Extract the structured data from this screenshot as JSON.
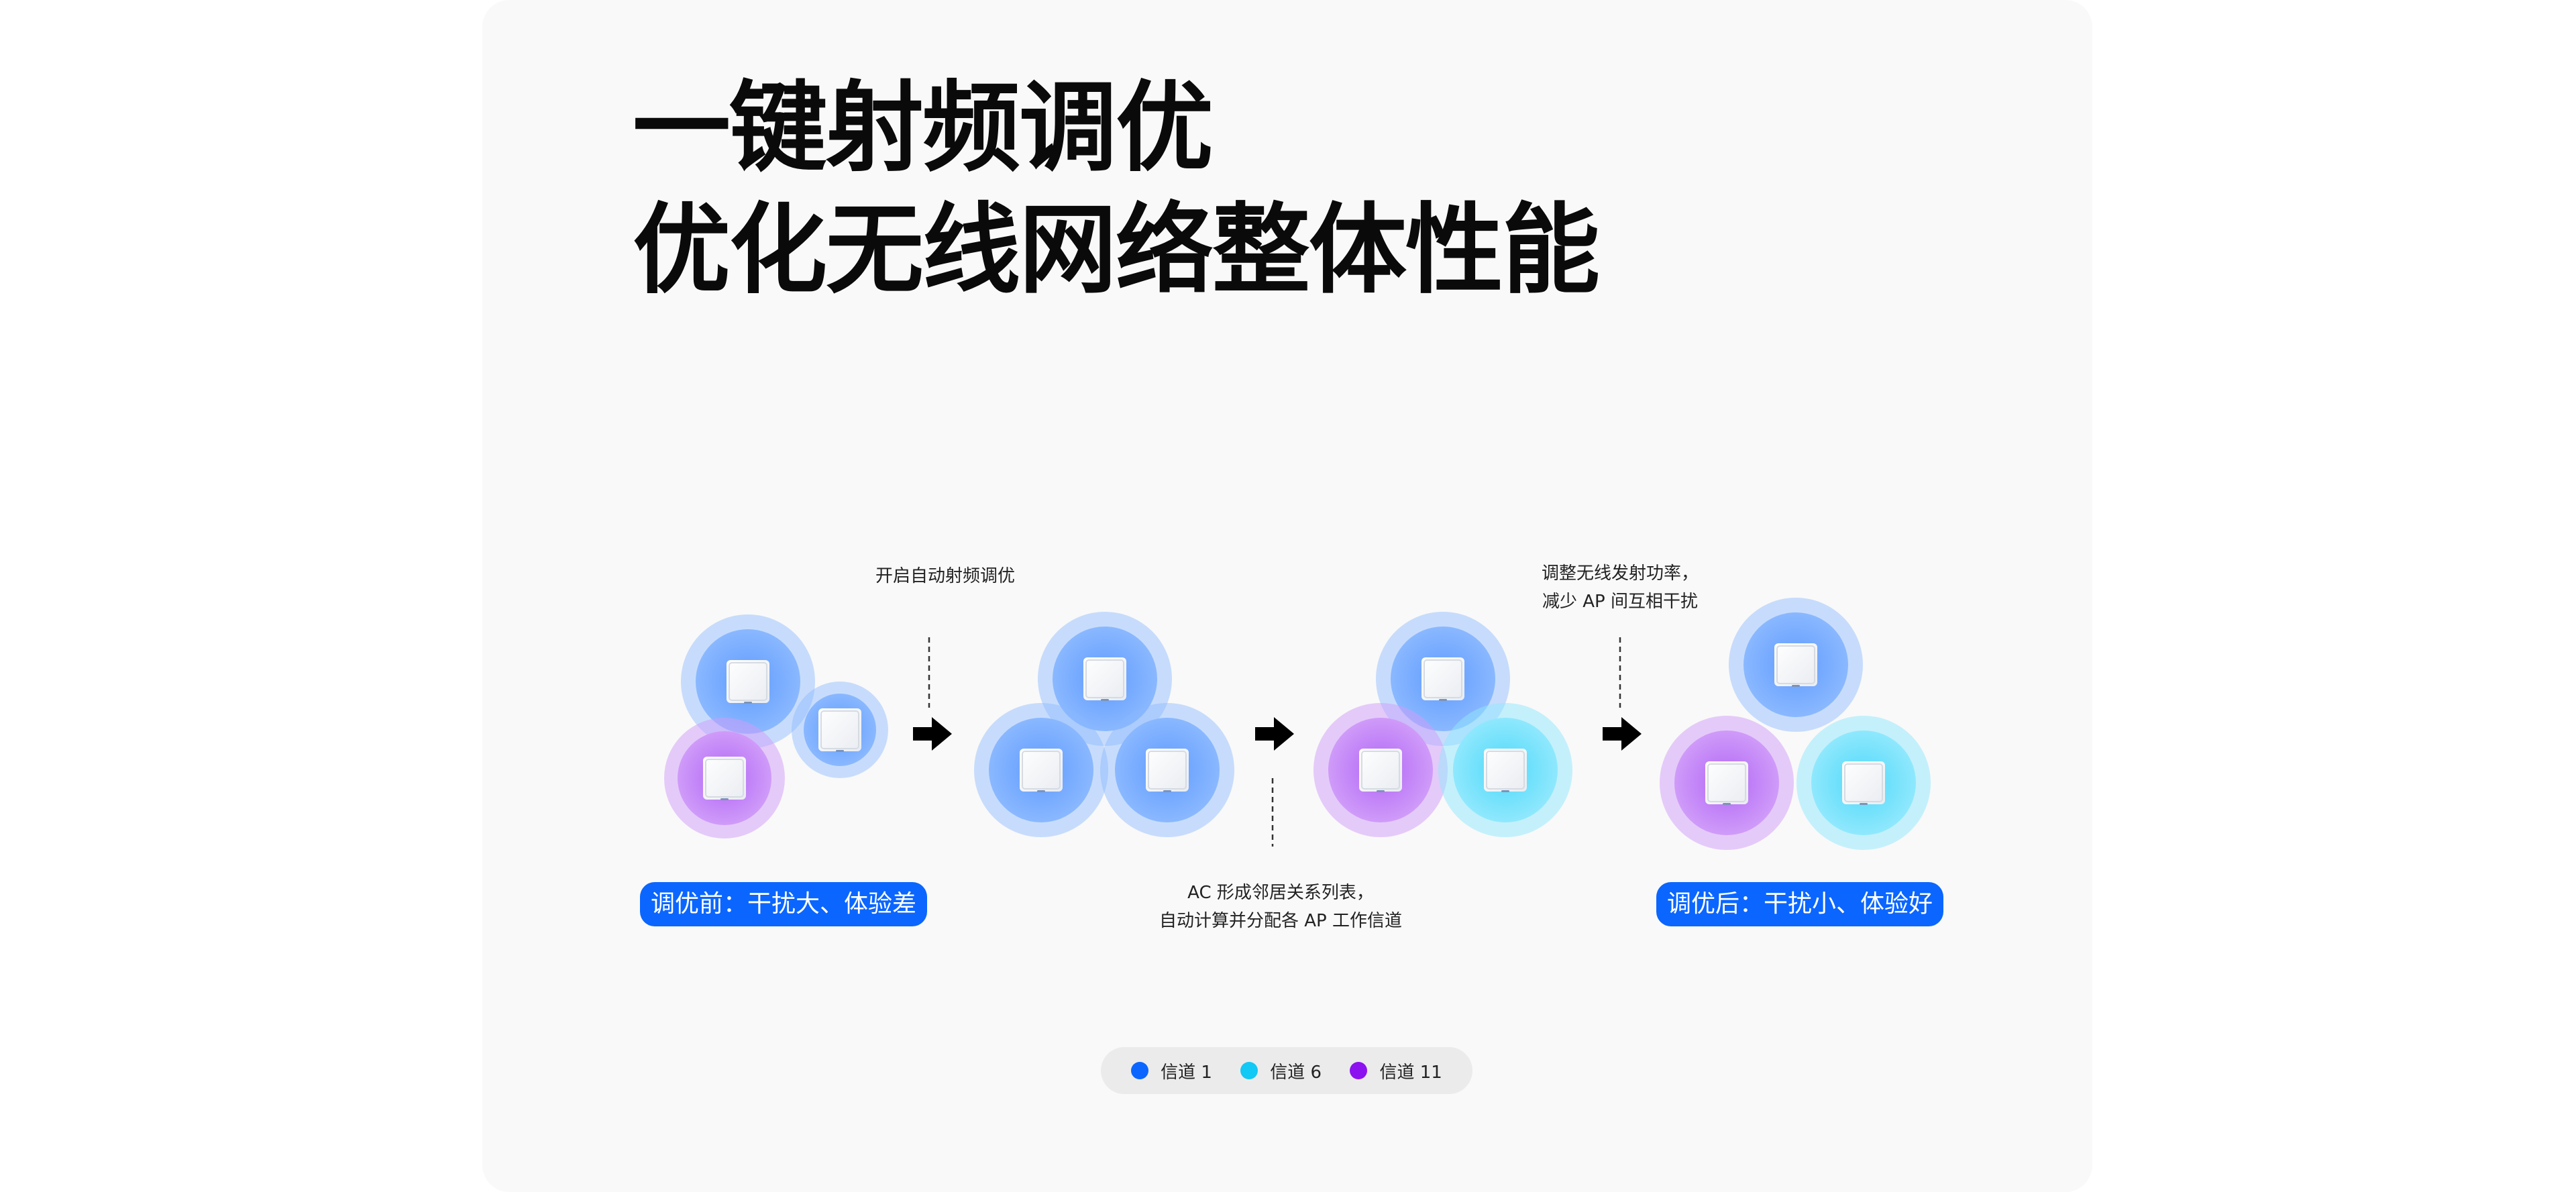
{
  "title": {
    "line1": "一键射频调优",
    "line2": "优化无线网络整体性能"
  },
  "annotations": {
    "step1": "开启自动射频调优",
    "step2_line1": "AC 形成邻居关系列表，",
    "step2_line2": "自动计算并分配各 AP 工作信道",
    "step3_line1": "调整无线发射功率，",
    "step3_line2": "减少 AP 间互相干扰"
  },
  "badges": {
    "before": "调优前：干扰大、体验差",
    "after": "调优后：干扰小、体验好"
  },
  "legend": [
    {
      "label": "信道 1",
      "color": "#0a66ff"
    },
    {
      "label": "信道 6",
      "color": "#12c8f5"
    },
    {
      "label": "信道 11",
      "color": "#8c12f0"
    }
  ],
  "colors": {
    "channel1": "#0a66ff",
    "channel6": "#12c8f5",
    "channel11": "#8c12f0",
    "badge": "#0a66ff",
    "card_bg": "#f9f9f9"
  },
  "stages": [
    {
      "name": "before",
      "aps": [
        {
          "channel": "channel1",
          "size": "large"
        },
        {
          "channel": "channel1",
          "size": "small"
        },
        {
          "channel": "channel11",
          "size": "large"
        }
      ]
    },
    {
      "name": "neighbor-table",
      "aps": [
        {
          "channel": "channel1",
          "size": "large"
        },
        {
          "channel": "channel1",
          "size": "large"
        },
        {
          "channel": "channel1",
          "size": "large"
        }
      ]
    },
    {
      "name": "channel-assigned",
      "aps": [
        {
          "channel": "channel1",
          "size": "large"
        },
        {
          "channel": "channel11",
          "size": "large"
        },
        {
          "channel": "channel6",
          "size": "large"
        }
      ]
    },
    {
      "name": "after",
      "aps": [
        {
          "channel": "channel1",
          "size": "large"
        },
        {
          "channel": "channel11",
          "size": "large"
        },
        {
          "channel": "channel6",
          "size": "large"
        }
      ]
    }
  ]
}
